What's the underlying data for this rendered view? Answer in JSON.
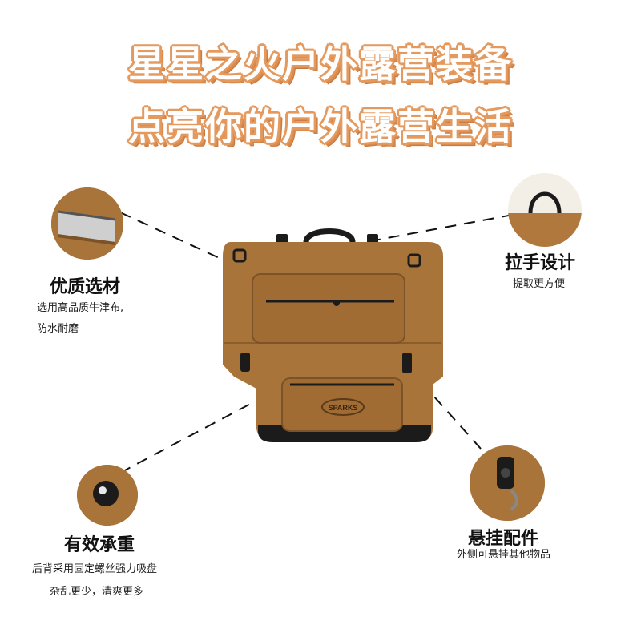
{
  "headline": {
    "line1": "星星之火户外露营装备",
    "line2": "点亮你的户外露营生活"
  },
  "callouts": {
    "material": {
      "title": "优质选材",
      "line1": "选用高品质牛津布,",
      "line2": "防水耐磨"
    },
    "handle": {
      "title": "拉手设计",
      "line1": "提取更方便"
    },
    "load": {
      "title": "有效承重",
      "line1": "后背采用固定螺丝强力吸盘",
      "line2": "杂乱更少，清爽更多"
    },
    "hanging": {
      "title": "悬挂配件",
      "line1": "外侧可悬挂其他物品"
    }
  },
  "product": {
    "logo_text": "SPARKS",
    "color": "#a8743a"
  },
  "colors": {
    "headline_outline": "#e49a5f",
    "fabric": "#a8743a",
    "fabric_dark": "#8a5d2c",
    "base": "#1b1b1b"
  }
}
